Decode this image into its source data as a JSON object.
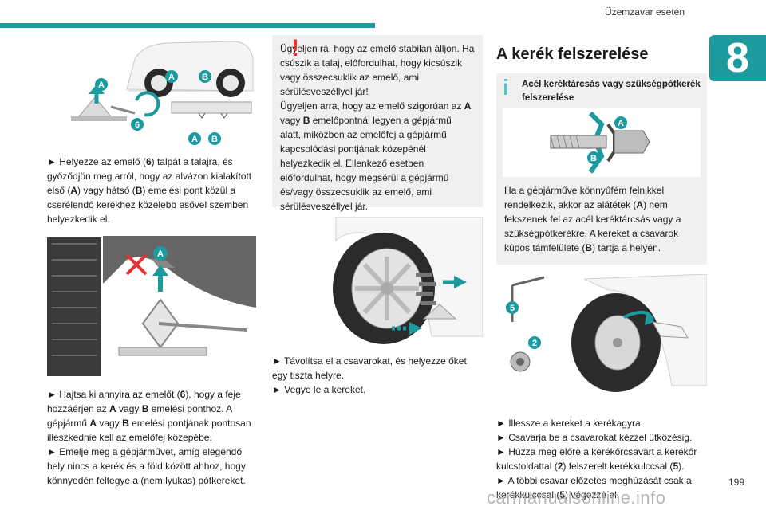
{
  "header": {
    "section_title": "Üzemzavar esetén",
    "chapter_number": "8"
  },
  "footer": {
    "page_number": "199",
    "watermark": "carmanualsonline.info"
  },
  "colors": {
    "accent": "#1d9a9e",
    "warning": "#e53030",
    "info": "#5bc5c9",
    "box_bg": "#f0f0f0"
  },
  "col1": {
    "figure1": {
      "label_a": "A",
      "label_b": "B",
      "label_6": "6",
      "label_a2": "A",
      "label_b2": "B"
    },
    "text1": {
      "bullet": "►",
      "t1": " Helyezze az emelő (",
      "b1": "6",
      "t2": ") talpát a talajra, és győződjön meg arról, hogy az alvázon kialakított első (",
      "b2": "A",
      "t3": ") vagy hátsó (",
      "b3": "B",
      "t4": ") emelési pont közül a cserélendő kerékhez közelebb esővel szemben helyezkedik el."
    },
    "figure2": {
      "label_a": "A"
    },
    "text2": {
      "p1_bullet": "►",
      "p1_t1": " Hajtsa ki annyira az emelőt (",
      "p1_b1": "6",
      "p1_t2": "), hogy a feje hozzáérjen az ",
      "p1_b2": "A",
      "p1_t3": " vagy ",
      "p1_b3": "B",
      "p1_t4": " emelési ponthoz. A gépjármű ",
      "p1_b4": "A",
      "p1_t5": " vagy ",
      "p1_b5": "B",
      "p1_t6": " emelési pontjának pontosan illeszkednie kell az emelőfej közepébe.",
      "p2_bullet": "►",
      "p2_t1": " Emelje meg a gépjárművet, amíg elegendő hely nincs a kerék és a föld között ahhoz, hogy könnyedén feltegye a (nem lyukas) pótkereket."
    }
  },
  "col2": {
    "warning": {
      "icon": "!",
      "l1": "Ügyeljen rá, hogy az emelő stabilan álljon. Ha csúszik a talaj, előfordulhat, hogy kicsúszik vagy összecsuklik az emelő, ami sérülésveszéllyel jár!",
      "l2a": "Ügyeljen arra, hogy az emelő szigorúan az ",
      "l2b": "A",
      "l2c": " vagy ",
      "l2d": "B",
      "l2e": " emelőpontnál legyen a gépjármű alatt, miközben az emelőfej a gépjármű kapcsolódási pontjának közepénél helyezkedik el. Ellenkező esetben előfordulhat, hogy megsérül a gépjármű és/vagy összecsuklik az emelő, ami sérülésveszéllyel jár."
    },
    "text": {
      "p1_bullet": "►",
      "p1": " Távolítsa el a csavarokat, és helyezze őket egy tiszta helyre.",
      "p2_bullet": "►",
      "p2": " Vegye le a kereket."
    }
  },
  "col3": {
    "heading": "A kerék felszerelése",
    "info": {
      "icon": "i",
      "title": "Acél keréktárcsás vagy szükségpótkerék felszerelése",
      "label_a": "A",
      "label_b": "B",
      "t1": "Ha a gépjárműve könnyűfém felnikkel rendelkezik, akkor az alátétek (",
      "b1": "A",
      "t2": ") nem fekszenek fel az acél keréktárcsás vagy a szükségpótkerékre. A kereket a csavarok kúpos támfelülete (",
      "b2": "B",
      "t3": ") tartja a helyén."
    },
    "figure": {
      "label_5": "5",
      "label_2": "2"
    },
    "text": {
      "p1_bullet": "►",
      "p1": " Illessze a kereket a kerékagyra.",
      "p2_bullet": "►",
      "p2": " Csavarja be a csavarokat kézzel ütközésig.",
      "p3_bullet": "►",
      "p3_t1": " Húzza meg előre a kerékőrcsavart a kerékőr kulcstoldattal (",
      "p3_b1": "2",
      "p3_t2": ") felszerelt kerékkulccsal (",
      "p3_b2": "5",
      "p3_t3": ").",
      "p4_bullet": "►",
      "p4_t1": " A többi csavar előzetes meghúzását csak a kerékkulccsal (",
      "p4_b1": "5",
      "p4_t2": ") végezze el."
    }
  }
}
